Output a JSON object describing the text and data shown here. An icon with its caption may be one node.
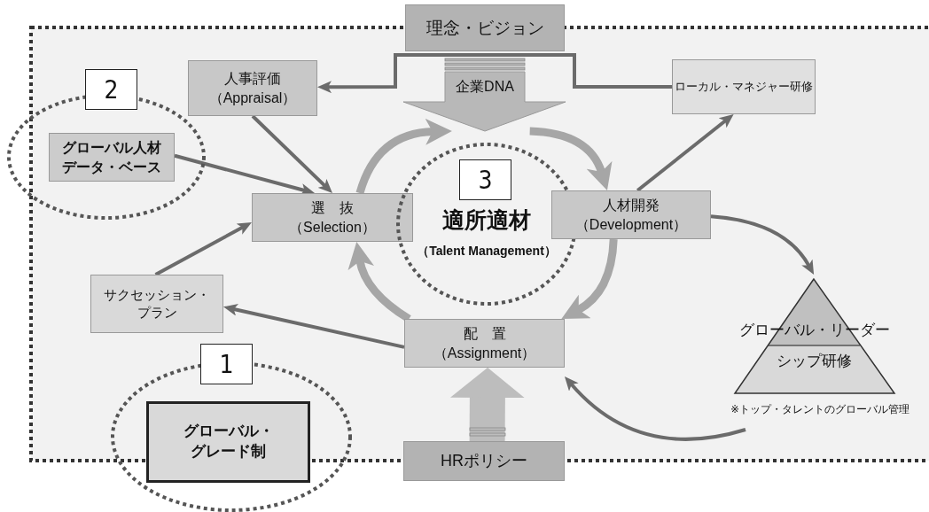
{
  "diagram": {
    "nodes": [
      {
        "text": [
          "理念・ビジョン"
        ]
      },
      {
        "text": [
          "人事評価",
          "（Appraisal）"
        ]
      },
      {
        "text": [
          "企業DNA"
        ]
      },
      {
        "text": [
          "ローカル・マネジャー研修"
        ]
      },
      {
        "text": [
          "2"
        ]
      },
      {
        "text": [
          "グローバル人材データ・ベース"
        ],
        "in": 4
      },
      {
        "text": [
          "選　抜",
          "（Selection）"
        ]
      },
      {
        "text": [
          "3",
          "適所適材",
          "（Talent Management）"
        ]
      },
      {
        "text": [
          "人材開発",
          "（Development）"
        ]
      },
      {
        "text": [
          "サクセッション・プラン"
        ]
      },
      {
        "text": [
          "配　置",
          "（Assignment）"
        ]
      },
      {
        "text": [
          "グローバル・リーダーシップ研修"
        ],
        "beside": [
          "※トップ・タレントのグローバル管理"
        ]
      },
      {
        "text": [
          "1"
        ]
      },
      {
        "text": [
          "グローバル・グレード制"
        ],
        "in": 12
      },
      {
        "text": [
          "HRポリシー"
        ]
      }
    ],
    "edges": [
      {
        "from": 3,
        "to": 1,
        "arrow": "to"
      },
      {
        "from": 1,
        "to": 6,
        "arrow": "to"
      },
      {
        "from": 5,
        "to": 6,
        "arrow": "to"
      },
      {
        "from": 9,
        "to": 6,
        "arrow": "to"
      },
      {
        "from": 8,
        "to": 3,
        "arrow": "to"
      },
      {
        "from": 10,
        "to": 9,
        "arrow": "to"
      },
      {
        "from": 8,
        "to": 11,
        "arrow": "to"
      },
      {
        "from": 11,
        "to": 10,
        "arrow": "to"
      },
      {
        "from": 6,
        "to": 2,
        "arrow": "to",
        "style": "thick",
        "color": "#a6a6a6"
      },
      {
        "from": 2,
        "to": 8,
        "arrow": "to",
        "style": "thick",
        "color": "#a6a6a6"
      },
      {
        "from": 8,
        "to": 10,
        "arrow": "to",
        "style": "thick",
        "color": "#a6a6a6"
      },
      {
        "from": 10,
        "to": 6,
        "arrow": "to",
        "style": "thick",
        "color": "#a6a6a6"
      },
      {
        "from": 14,
        "to": 10,
        "arrow": "to",
        "style": "thick",
        "color": "#bdbdbd"
      }
    ]
  }
}
